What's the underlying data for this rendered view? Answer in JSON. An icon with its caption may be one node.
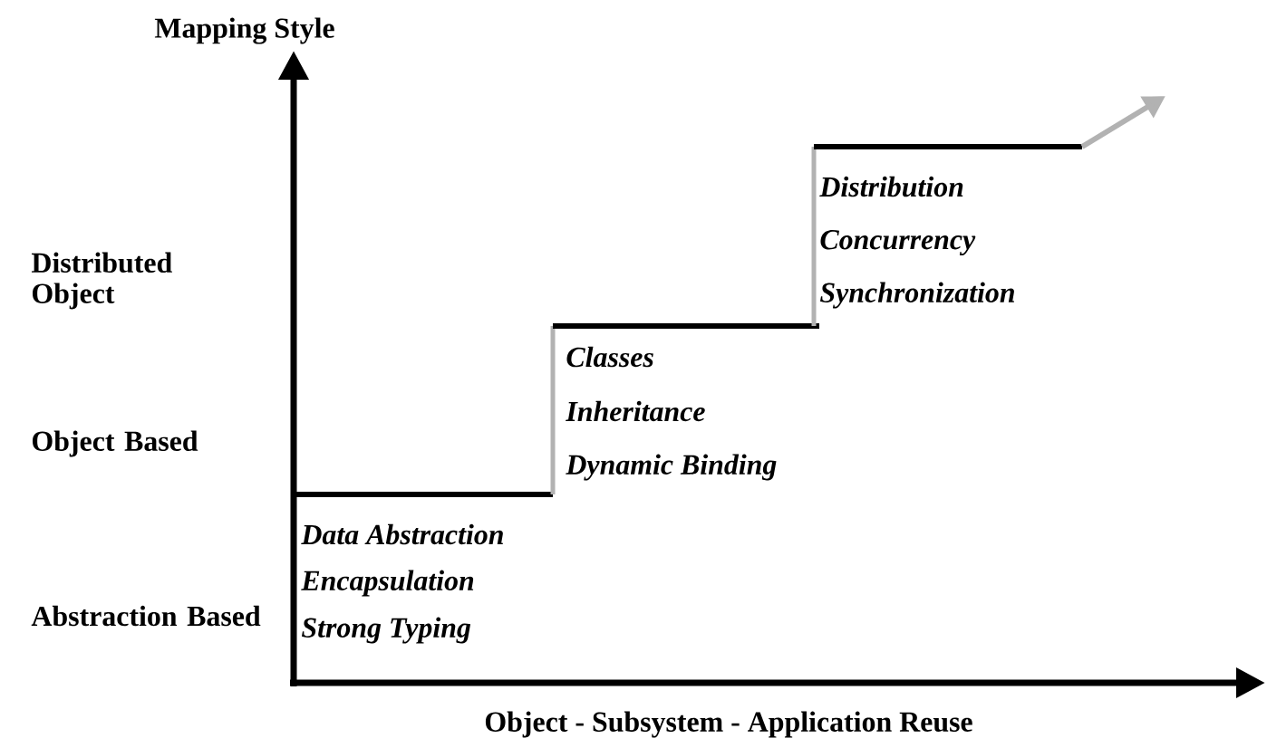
{
  "diagram": {
    "labels": [
      "Mapping Style",
      "Distributed Object",
      "Distribution",
      "Concurrency",
      "Synchronization",
      "Classes",
      "Inheritance",
      "Object Based",
      "Dynamic Binding",
      "Data Abstraction",
      "Abstraction Based",
      "Encapsulation",
      "Strong Typing",
      "Object - Subsystem - Application Reuse"
    ]
  }
}
